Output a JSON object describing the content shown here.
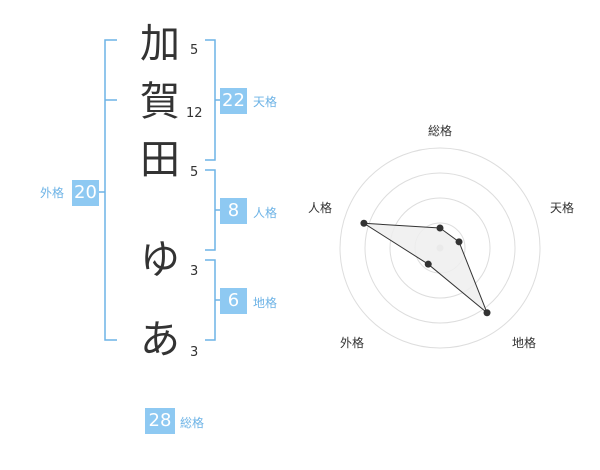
{
  "name": {
    "chars": [
      {
        "char": "加",
        "strokes": "5"
      },
      {
        "char": "賀",
        "strokes": "12"
      },
      {
        "char": "田",
        "strokes": "5"
      },
      {
        "char": "ゆ",
        "strokes": "3"
      },
      {
        "char": "あ",
        "strokes": "3"
      }
    ]
  },
  "fortune": {
    "tenkaku": {
      "value": "22",
      "label": "天格"
    },
    "jinkaku": {
      "value": "8",
      "label": "人格"
    },
    "chikaku": {
      "value": "6",
      "label": "地格"
    },
    "gaikaku": {
      "value": "20",
      "label": "外格"
    },
    "soukaku": {
      "value": "28",
      "label": "総格"
    }
  },
  "radar": {
    "axes": [
      "総格",
      "天格",
      "地格",
      "外格",
      "人格"
    ],
    "values": [
      0.2,
      0.2,
      0.8,
      0.2,
      0.8
    ],
    "ring_color": "#dddddd",
    "fill_color": "#eeeeee",
    "line_color": "#333333"
  },
  "colors": {
    "accent": "#8ec9f2",
    "bracket": "#6db3e6"
  }
}
